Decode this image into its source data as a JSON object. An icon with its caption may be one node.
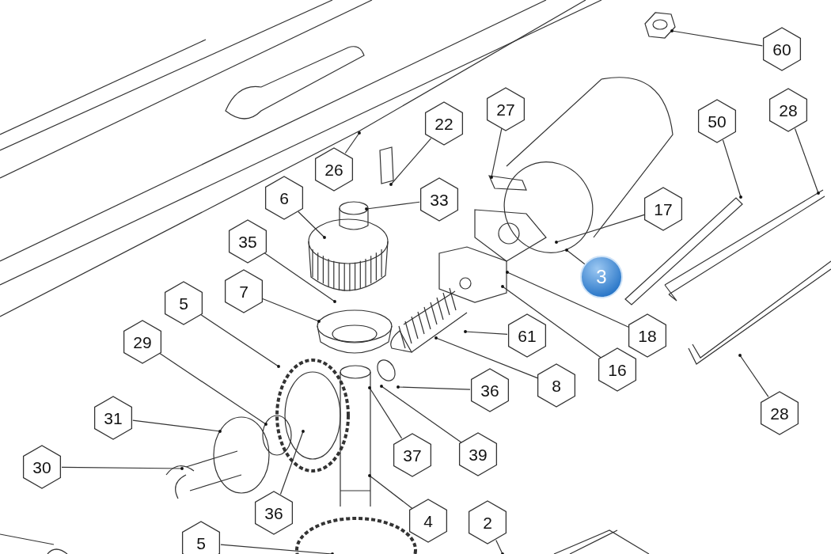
{
  "diagram": {
    "nodes": [
      {
        "text": [
          "60"
        ]
      },
      {
        "text": [
          "27"
        ]
      },
      {
        "text": [
          "22"
        ]
      },
      {
        "text": [
          "50"
        ]
      },
      {
        "text": [
          "28"
        ]
      },
      {
        "text": [
          "26"
        ]
      },
      {
        "text": [
          "6"
        ]
      },
      {
        "text": [
          "33"
        ]
      },
      {
        "text": [
          "17"
        ]
      },
      {
        "text": [
          "35"
        ]
      },
      {
        "text": [
          "3"
        ]
      },
      {
        "text": [
          "5"
        ]
      },
      {
        "text": [
          "7"
        ]
      },
      {
        "text": [
          "18"
        ]
      },
      {
        "text": [
          "61"
        ]
      },
      {
        "text": [
          "29"
        ]
      },
      {
        "text": [
          "16"
        ]
      },
      {
        "text": [
          "8"
        ]
      },
      {
        "text": [
          "36"
        ]
      },
      {
        "text": [
          "28"
        ]
      },
      {
        "text": [
          "31"
        ]
      },
      {
        "text": [
          "37"
        ]
      },
      {
        "text": [
          "39"
        ]
      },
      {
        "text": [
          "30"
        ]
      },
      {
        "text": [
          "36"
        ]
      },
      {
        "text": [
          "4"
        ]
      },
      {
        "text": [
          "2"
        ]
      },
      {
        "text": [
          "5"
        ]
      }
    ],
    "edges": [
      {
        "from": 0,
        "to": null,
        "arrow": "other"
      },
      {
        "from": 1,
        "to": null,
        "arrow": "other"
      },
      {
        "from": 2,
        "to": null,
        "arrow": "other"
      },
      {
        "from": 3,
        "to": null,
        "arrow": "other"
      },
      {
        "from": 4,
        "to": null,
        "arrow": "other"
      },
      {
        "from": 5,
        "to": null,
        "arrow": "other"
      },
      {
        "from": 6,
        "to": null,
        "arrow": "other"
      },
      {
        "from": 7,
        "to": null,
        "arrow": "other"
      },
      {
        "from": 8,
        "to": null,
        "arrow": "other"
      },
      {
        "from": 9,
        "to": null,
        "arrow": "other"
      },
      {
        "from": 10,
        "to": null,
        "arrow": "other"
      },
      {
        "from": 11,
        "to": null,
        "arrow": "other"
      },
      {
        "from": 12,
        "to": null,
        "arrow": "other"
      },
      {
        "from": 13,
        "to": null,
        "arrow": "other"
      },
      {
        "from": 14,
        "to": null,
        "arrow": "other"
      },
      {
        "from": 15,
        "to": null,
        "arrow": "other"
      },
      {
        "from": 16,
        "to": null,
        "arrow": "other"
      },
      {
        "from": 17,
        "to": null,
        "arrow": "other"
      },
      {
        "from": 18,
        "to": null,
        "arrow": "other"
      },
      {
        "from": 19,
        "to": null,
        "arrow": "other"
      },
      {
        "from": 20,
        "to": null,
        "arrow": "other"
      },
      {
        "from": 21,
        "to": null,
        "arrow": "other"
      },
      {
        "from": 22,
        "to": null,
        "arrow": "other"
      },
      {
        "from": 23,
        "to": null,
        "arrow": "other"
      },
      {
        "from": 24,
        "to": null,
        "arrow": "other"
      },
      {
        "from": 25,
        "to": null,
        "arrow": "other"
      },
      {
        "from": 26,
        "to": null,
        "arrow": "other"
      },
      {
        "from": 27,
        "to": null,
        "arrow": "other"
      }
    ]
  }
}
